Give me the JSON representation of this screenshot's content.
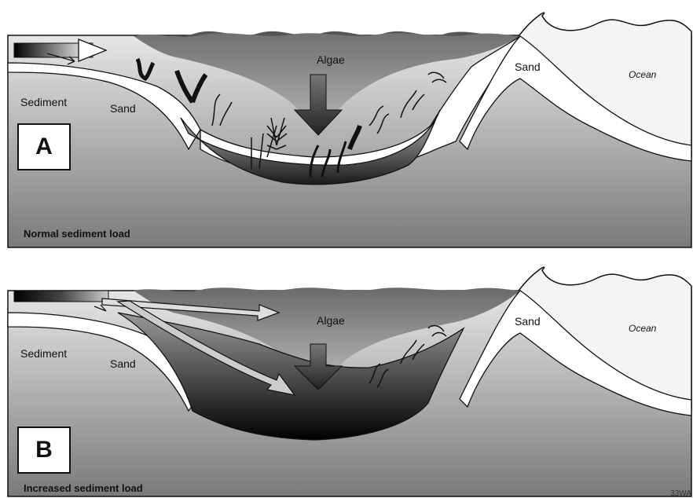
{
  "panels": [
    {
      "id": "A",
      "label": "A",
      "caption": "Normal sediment load",
      "labels": {
        "algae": "Algae",
        "sand_shore": "Sand",
        "sand_slope": "Sand",
        "sediment": "Sediment",
        "ocean": "Ocean"
      }
    },
    {
      "id": "B",
      "label": "B",
      "caption": "Increased sediment load",
      "labels": {
        "algae": "Algae",
        "sand_shore": "Sand",
        "sand_slope": "Sand",
        "sediment": "Sediment",
        "ocean": "Ocean"
      }
    }
  ],
  "figure_code": "33WA",
  "colors": {
    "outline": "#111111",
    "sand": "#ffffff",
    "ocean_wave": "#f2f2f2",
    "seabed_top": "#d8d8d8",
    "seabed_bottom": "#7a7a7a"
  }
}
